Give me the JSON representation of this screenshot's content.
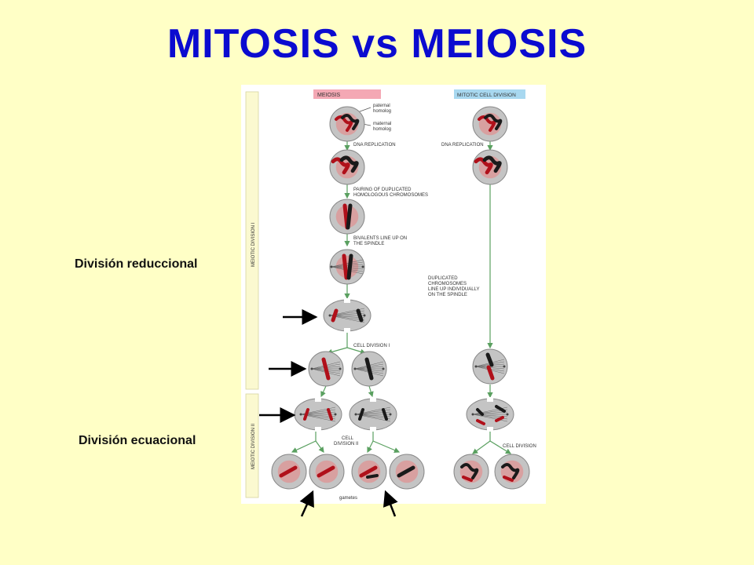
{
  "title": "MITOSIS vs MEIOSIS",
  "side_labels": {
    "reductional": "División reduccional",
    "equational": "División ecuacional"
  },
  "figure": {
    "header_meiosis": "MEIOSIS",
    "header_mitosis": "MITOTIC CELL DIVISION",
    "phase_meiosis_1": "MEIOTIC DIVISION I",
    "phase_meiosis_2": "MEIOTIC DIVISION II",
    "paternal_1": "paternal",
    "paternal_2": "homolog",
    "maternal_1": "maternal",
    "maternal_2": "homolog",
    "dna_replication": "DNA REPLICATION",
    "pairing_1": "PAIRING OF DUPLICATED",
    "pairing_2": "HOMOLOGOUS CHROMOSOMES",
    "bivalents_1": "BIVALENTS LINE UP ON",
    "bivalents_2": "THE SPINDLE",
    "duplicated_1": "DUPLICATED",
    "duplicated_2": "CHROMOSOMES",
    "duplicated_3": "LINE UP INDIVIDUALLY",
    "duplicated_4": "ON THE SPINDLE",
    "cell_division_1": "CELL DIVISION I",
    "cell_division_2a": "CELL",
    "cell_division_2b": "DIVISION II",
    "cell_division": "CELL DIVISION",
    "gametes": "gametes"
  },
  "colors": {
    "title": "#0b0bd0",
    "background": "#ffffc6",
    "figure_bg": "#ffffff",
    "phase_bar": "#fbf9d0",
    "meiosis_header": "#f4a8b4",
    "mitosis_header": "#a8d8f0",
    "cell_fill": "#c4c4c4",
    "cell_nucleus": "#d8a0a0",
    "paternal_chromosome": "#1a1a1a",
    "maternal_chromosome": "#b0101a",
    "flow_arrow": "#5aa060"
  }
}
